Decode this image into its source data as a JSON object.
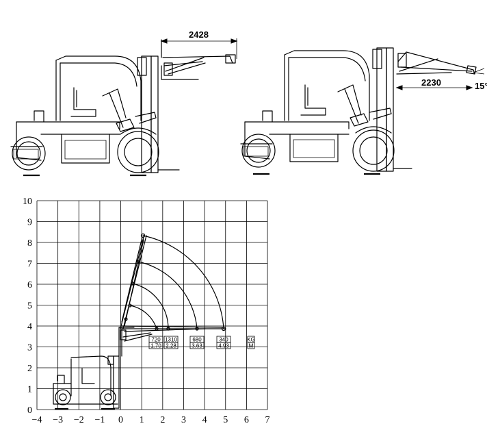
{
  "top_left": {
    "dimension": "2428"
  },
  "top_right": {
    "dimension": "2230",
    "angle": "15°"
  },
  "chart": {
    "x_ticks": [
      "−4",
      "−3",
      "−2",
      "−1",
      "0",
      "1",
      "2",
      "3",
      "4",
      "5",
      "6",
      "7"
    ],
    "y_ticks": [
      "0",
      "1",
      "2",
      "3",
      "4",
      "5",
      "6",
      "7",
      "8",
      "9",
      "10"
    ],
    "loads": [
      {
        "kg": "720",
        "m": "1.70"
      },
      {
        "kg": "1310",
        "m": "2.28"
      },
      {
        "kg": "680",
        "m": "3.63"
      },
      {
        "kg": "340",
        "m": "4.93"
      }
    ],
    "unit_kg": "KG",
    "unit_m": "M"
  }
}
